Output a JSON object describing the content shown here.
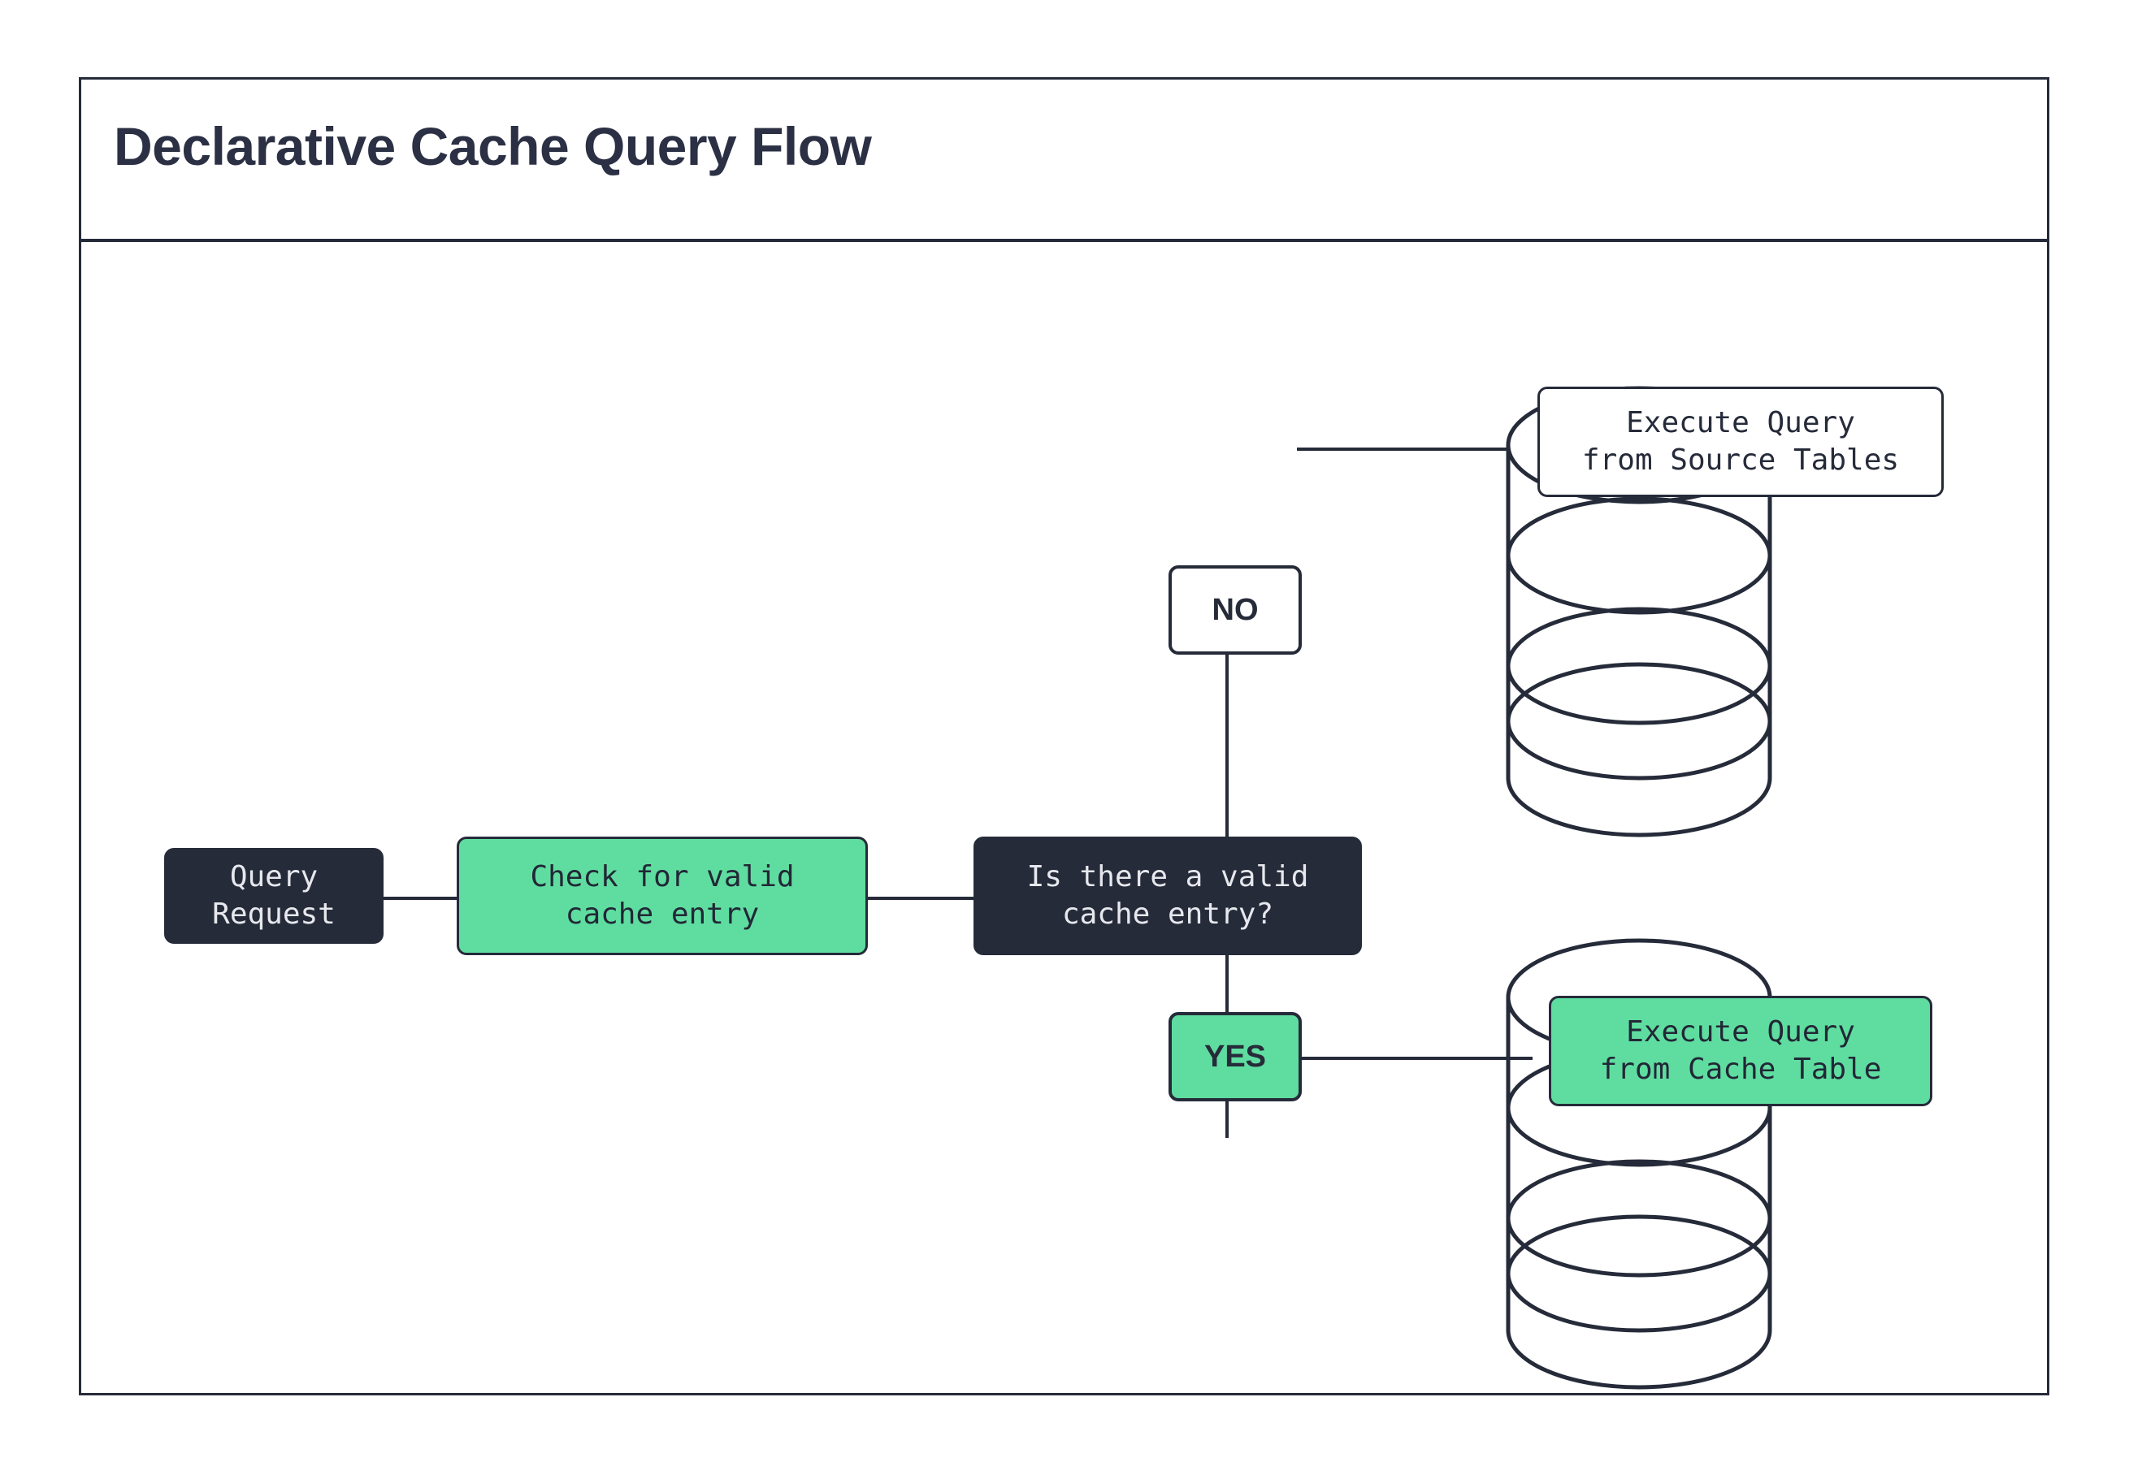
{
  "header": {
    "title": "Declarative Cache Query Flow"
  },
  "colors": {
    "ink": "#262B3A",
    "green": "#5FDDA0",
    "dark_fill": "#262B3A",
    "dark_text": "#E6E8ED",
    "white": "#FFFFFF",
    "page_bg": "#FFFFFF"
  },
  "flow": {
    "nodes": {
      "query_request": "Query Request",
      "check_cache": "Check for valid\ncache entry",
      "decision": "Is there a valid\ncache entry?",
      "execute_source": "Execute Query\nfrom Source Tables",
      "execute_cache": "Execute Query\nfrom Cache Table"
    },
    "branch_labels": {
      "no": "NO",
      "yes": "YES"
    },
    "databases": {
      "source_db": "source-database-cylinder",
      "cache_db": "cache-database-cylinder"
    }
  }
}
